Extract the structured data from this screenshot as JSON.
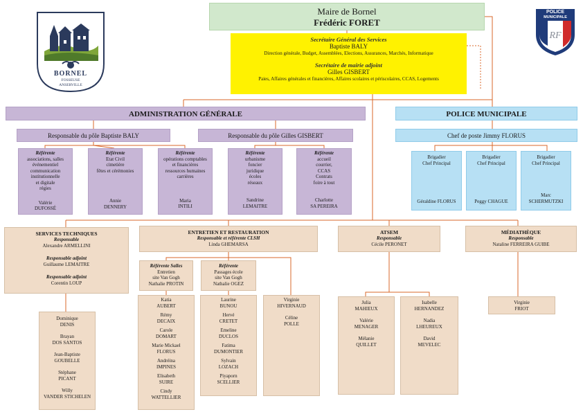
{
  "colors": {
    "tan": "#f0dcc8",
    "lavender": "#c7b6d6",
    "blue": "#b7e0f4",
    "green": "#d1e8cc",
    "yellow": "#fff200",
    "line": "#d9672a"
  },
  "logo": {
    "name": "BORNEL",
    "sub1": "FOSSEUSE",
    "sub2": "ANSERVILLE"
  },
  "badge": {
    "line1": "POLICE",
    "line2": "MUNICIPALE",
    "monogram": "RF"
  },
  "mayor": {
    "title": "Maire de Bornel",
    "name": "Frédéric FORET"
  },
  "secretariat": {
    "sg_title": "Secrétaire Général des Services",
    "sg_name": "Baptiste BALY",
    "sg_scope": "Direction générale, Budget, Assemblées, Elections, Assurances, Marchés, Informatique",
    "adj_title": "Secrétaire de mairie adjoint",
    "adj_name": "Gilles GISBERT",
    "adj_scope": "Paies, Affaires générales et financières, Affaires scolaires et périscolaires, CCAS, Logements"
  },
  "admin": {
    "title": "ADMINISTRATION GÉNÉRALE",
    "pole1": "Responsable du pôle Baptiste BALY",
    "pole2": "Responsable du pôle Gilles GISBERT",
    "referents": [
      {
        "role": "Référente",
        "scope": [
          "associations, salles",
          "événementiel",
          "communication",
          "institutionnelle",
          "et digitale",
          "régies"
        ],
        "first": "Valérie",
        "last": "DUFOSSÉ"
      },
      {
        "role": "Référente",
        "scope": [
          "Etat Civil",
          "cimetière",
          "fêtes et cérémonies"
        ],
        "first": "Annie",
        "last": "DENNERY"
      },
      {
        "role": "Référente",
        "scope": [
          "opérations comptables",
          "et financières",
          "ressources humaines",
          "carrières"
        ],
        "first": "Maria",
        "last": "INTILI"
      },
      {
        "role": "Référente",
        "scope": [
          "urbanisme",
          "foncier",
          "juridique",
          "écoles",
          "réseaux"
        ],
        "first": "Sandrine",
        "last": "LEMAITRE"
      },
      {
        "role": "Référente",
        "scope": [
          "accueil",
          "courrier,",
          "CCAS",
          "Contrats",
          "foire à tout"
        ],
        "first": "Charlotte",
        "last": "SA PEREIRA"
      }
    ]
  },
  "police": {
    "title": "POLICE MUNICIPALE",
    "chief": "Chef de poste Jimmy FLORUS",
    "brigadiers": [
      {
        "role1": "Brigadier",
        "role2": "Chef Principal",
        "name": "Géraldine FLORUS"
      },
      {
        "role1": "Brigadier",
        "role2": "Chef Principal",
        "name": "Peggy CHAGUE"
      },
      {
        "role1": "Brigadier",
        "role2": "Chef Principal",
        "first": "Marc",
        "name": "SCHERMUTZKI"
      }
    ]
  },
  "technique": {
    "title": "SERVICES TECHNIQUES",
    "resp_role": "Responsable",
    "resp_name": "Alexandre ARMELLINI",
    "adj1_role": "Responsable adjoint",
    "adj1_name": "Guillaume LEMAITRE",
    "adj2_role": "Responsable adjoint",
    "adj2_name": "Corentin LOUP",
    "staff": [
      {
        "first": "Dominique",
        "last": "DENIS"
      },
      {
        "first": "Brayan",
        "last": "DOS SANTOS"
      },
      {
        "first": "Jean-Baptiste",
        "last": "GOUBELLE"
      },
      {
        "first": "Stéphane",
        "last": "PICANT"
      },
      {
        "first": "Willy",
        "last": "VANDER STICHELEN"
      }
    ]
  },
  "entretien": {
    "title": "ENTRETIEN ET RESTAURATION",
    "role": "Responsable et référente CLSH",
    "name": "Linda GHEMARSA",
    "ref1": {
      "role": "Référente Salles",
      "l1": "Entretien",
      "l2": "site Van Gogh",
      "name": "Nathalie PROTIN"
    },
    "ref2": {
      "role": "Référente",
      "l1": "Passages école",
      "l2": "site Van Gogh",
      "name": "Nathalie OGEZ"
    },
    "col1": [
      {
        "first": "Katia",
        "last": "AUBERT"
      },
      {
        "first": "Rémy",
        "last": "DECAIX"
      },
      {
        "first": "Carole",
        "last": "DOMART"
      },
      {
        "first": "Marie Mickael",
        "last": "FLORUS"
      },
      {
        "first": "Andréina",
        "last": "IMPINES"
      },
      {
        "first": "Elisabeth",
        "last": "SUIRE"
      },
      {
        "first": "Cindy",
        "last": "WATTELLIER"
      }
    ],
    "col2": [
      {
        "first": "Laurine",
        "last": "BUNOU"
      },
      {
        "first": "Hervé",
        "last": "CRETET"
      },
      {
        "first": "Emeline",
        "last": "DUCLOS"
      },
      {
        "first": "Fatima",
        "last": "DUMONTIER"
      },
      {
        "first": "Sylvain",
        "last": "LOZACH"
      },
      {
        "first": "Piyaporn",
        "last": "SCELLIER"
      }
    ],
    "col3": [
      {
        "first": "Virginie",
        "last": "HIVERNAUD"
      },
      {
        "first": "Céline",
        "last": "POLLE"
      }
    ]
  },
  "atsem": {
    "title": "ATSEM",
    "role": "Responsable",
    "name": "Cécile PERONET",
    "col1": [
      {
        "first": "Julia",
        "last": "MAHIEUX"
      },
      {
        "first": "Valérie",
        "last": "MENAGER"
      },
      {
        "first": "Mélanie",
        "last": "QUILLET"
      }
    ],
    "col2": [
      {
        "first": "Isabelle",
        "last": "HERNANDEZ"
      },
      {
        "first": "Nadia",
        "last": "LHEUREUX"
      },
      {
        "first": "David",
        "last": "MEVELEC"
      }
    ]
  },
  "mediatheque": {
    "title": "MÉDIATHÈQUE",
    "role": "Responsable",
    "name": "Nataline FERREIRA GUIBE",
    "staff": [
      {
        "first": "Virginie",
        "last": "FRIOT"
      }
    ]
  }
}
